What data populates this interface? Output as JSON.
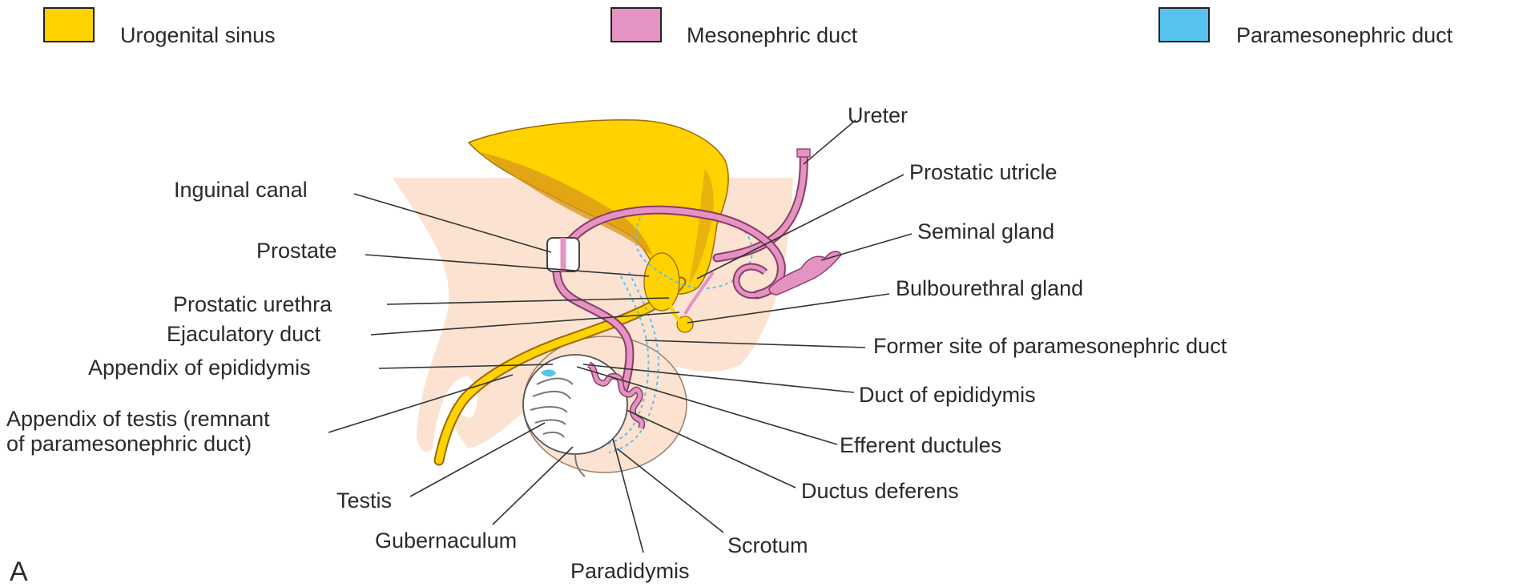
{
  "panel_letter": "A",
  "legend": [
    {
      "label": "Urogenital sinus",
      "color": "#FFD200"
    },
    {
      "label": "Mesonephric duct",
      "color": "#E493C2"
    },
    {
      "label": "Paramesonephric duct",
      "color": "#55C3EE"
    }
  ],
  "colors": {
    "body": "#FCE3D1",
    "bladder": "#FFD200",
    "bladder_shade": "#D9961B",
    "mesonephric": "#E493C2",
    "mesonephric_outline": "#8A3A68",
    "paramesonephric": "#55C3EE"
  },
  "labels": {
    "ureter": "Ureter",
    "prostatic_utricle": "Prostatic utricle",
    "seminal_gland": "Seminal gland",
    "bulbourethral_gland": "Bulbourethral gland",
    "former_site": "Former site of paramesonephric duct",
    "duct_of_epididymis": "Duct of epididymis",
    "efferent_ductules": "Efferent ductules",
    "ductus_deferens": "Ductus deferens",
    "scrotum": "Scrotum",
    "paradidymis": "Paradidymis",
    "gubernaculum": "Gubernaculum",
    "testis": "Testis",
    "appendix_of_testis_line1": "Appendix of testis (remnant",
    "appendix_of_testis_line2": "of paramesonephric duct)",
    "appendix_of_epididymis": "Appendix of epididymis",
    "ejaculatory_duct": "Ejaculatory duct",
    "prostatic_urethra": "Prostatic urethra",
    "prostate": "Prostate",
    "inguinal_canal": "Inguinal canal"
  }
}
